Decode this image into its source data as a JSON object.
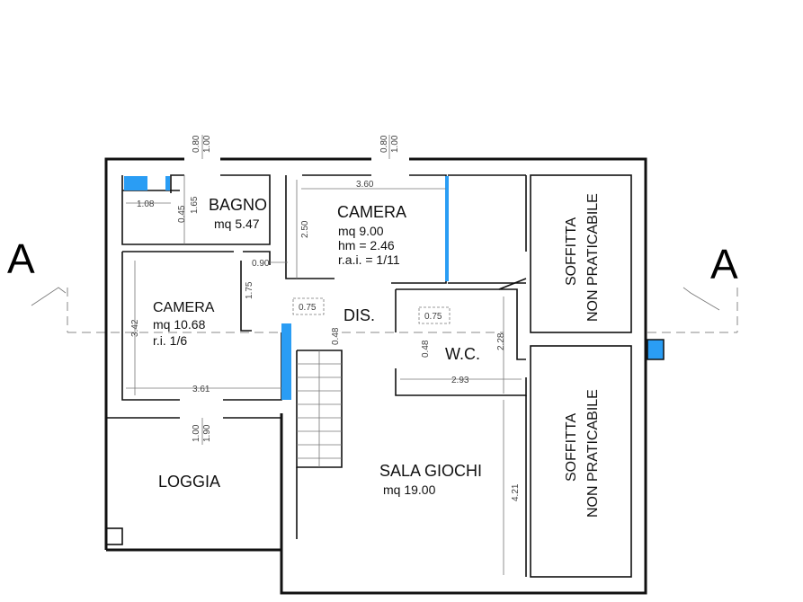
{
  "section_labels": {
    "left": "A",
    "right": "A"
  },
  "rooms": {
    "bagno": {
      "name": "BAGNO",
      "area": "mq 5.47"
    },
    "camera_top": {
      "name": "CAMERA",
      "area": "mq 9.00",
      "height": "hm = 2.46",
      "rai": "r.a.i. = 1/11"
    },
    "camera_left": {
      "name": "CAMERA",
      "area": "mq 10.68",
      "ri": "r.i. 1/6"
    },
    "dis": {
      "name": "DIS."
    },
    "wc": {
      "name": "W.C."
    },
    "loggia": {
      "name": "LOGGIA"
    },
    "sala_giochi": {
      "name": "SALA GIOCHI",
      "area": "mq 19.00"
    },
    "soffitta_top": {
      "line1": "SOFFITTA",
      "line2": "NON PRATICABILE"
    },
    "soffitta_bottom": {
      "line1": "SOFFITTA",
      "line2": "NON PRATICABILE"
    }
  },
  "dimensions": {
    "win_top_left_a": "0.80",
    "win_top_left_b": "1.00",
    "win_top_mid_a": "0.80",
    "win_top_mid_b": "1.00",
    "bagno_w": "1.08",
    "bagno_h1": "0.45",
    "bagno_h2": "1.65",
    "camera_top_w": "3.60",
    "camera_top_h": "2.50",
    "door_090": "0.90",
    "wall_175": "1.75",
    "cam_left_h": "3.42",
    "cam_left_w": "3.61",
    "win_left_a": "1.00",
    "win_left_b": "1.90",
    "skylight_dis": "0.75",
    "skylight_wc": "0.75",
    "dis_048": "0.48",
    "wc_048": "0.48",
    "wc_h": "2.28",
    "wc_w": "2.93",
    "sala_h": "4.21"
  },
  "colors": {
    "window_accent": "#2a9df4",
    "wall": "#111111"
  }
}
